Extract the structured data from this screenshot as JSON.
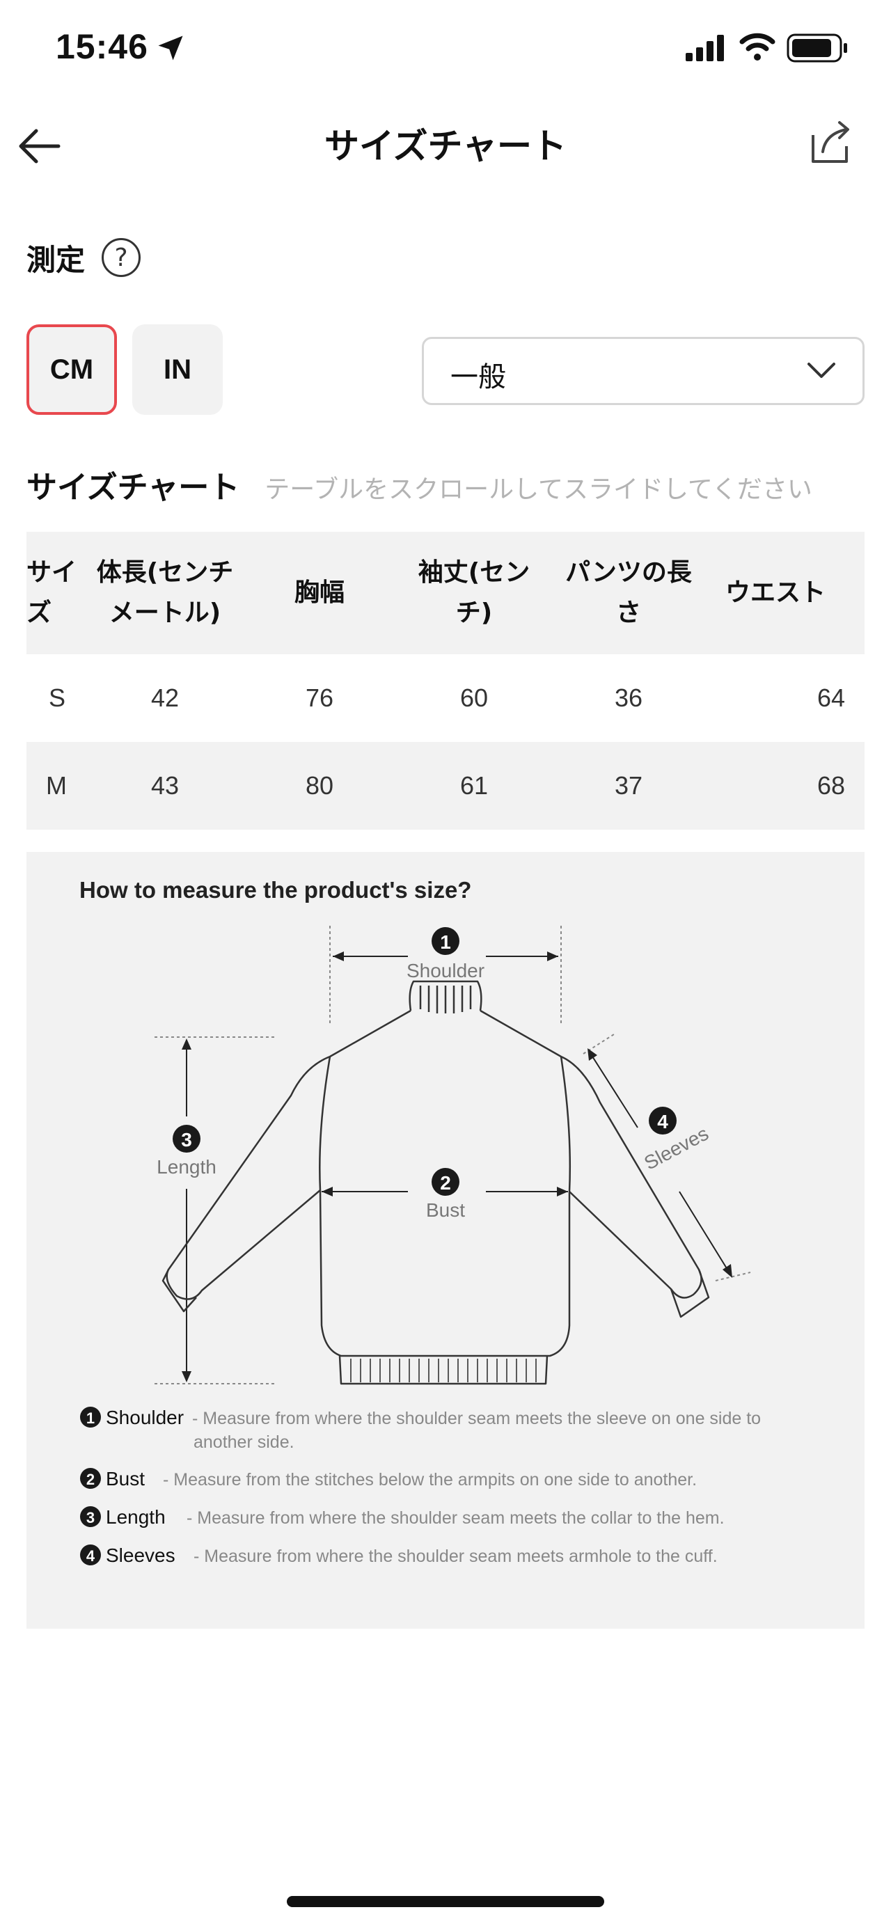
{
  "status_bar": {
    "time": "15:46"
  },
  "nav": {
    "title": "サイズチャート"
  },
  "measure": {
    "label": "測定",
    "help_glyph": "?"
  },
  "units": {
    "cm": "CM",
    "in": "IN",
    "selected": "CM"
  },
  "size_select": {
    "value": "一般"
  },
  "chart": {
    "title": "サイズチャート",
    "hint": "テーブルをスクロールしてスライドしてください",
    "columns": [
      "サイズ",
      "体長(センチメートル)",
      "胸幅",
      "袖丈(センチ)",
      "パンツの長さ",
      "ウエスト"
    ],
    "rows": [
      [
        "S",
        "42",
        "76",
        "60",
        "36",
        "64"
      ],
      [
        "M",
        "43",
        "80",
        "61",
        "37",
        "68"
      ]
    ]
  },
  "measure_guide": {
    "title": "How to measure the product's size?",
    "labels": {
      "shoulder": "Shoulder",
      "bust": "Bust",
      "length": "Length",
      "sleeves": "Sleeves"
    },
    "numbers": [
      "1",
      "2",
      "3",
      "4"
    ],
    "notes": [
      {
        "name": "Shoulder",
        "desc_1": "- Measure from where the shoulder seam meets the sleeve on one side to",
        "desc_2": "another side."
      },
      {
        "name": "Bust",
        "desc_1": "- Measure from the stitches below the armpits on one side to another."
      },
      {
        "name": "Length",
        "desc_1": "- Measure from where the shoulder seam meets the collar to the hem."
      },
      {
        "name": "Sleeves",
        "desc_1": "- Measure from where the shoulder seam meets armhole to the cuff."
      }
    ]
  },
  "colors": {
    "accent": "#e8484e",
    "panel": "#f2f2f2",
    "hint": "#b3b3b3"
  }
}
